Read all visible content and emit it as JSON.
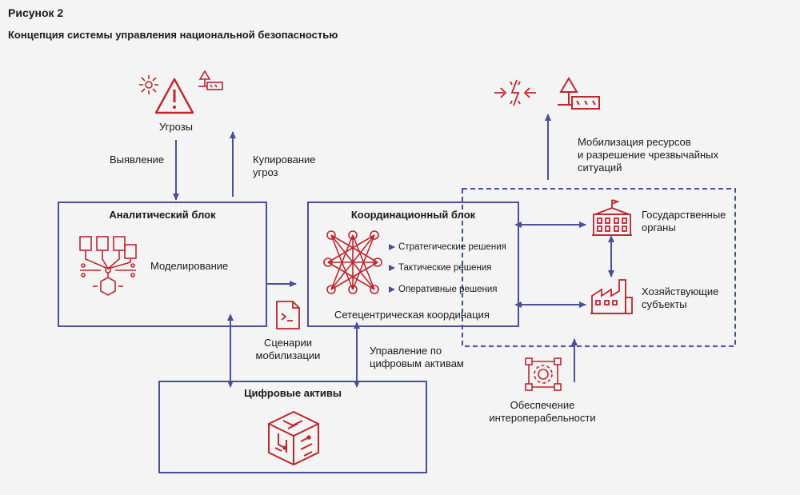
{
  "figure": {
    "label": "Рисунок 2",
    "title": "Концепция системы управления национальной безопасностью"
  },
  "threats": {
    "label": "Угрозы",
    "detection": "Выявление",
    "mitigation": [
      "Купирование",
      "угроз"
    ]
  },
  "mobilization_top": [
    "Мобилизация ресурсов",
    "и разрешение чрезвычайных",
    "ситуаций"
  ],
  "analytic_block": {
    "title": "Аналитический блок",
    "modeling": "Моделирование"
  },
  "coordination_block": {
    "title": "Координационный блок",
    "decisions": [
      "Стратегические решения",
      "Тактические решения",
      "Оперативные решения"
    ],
    "network": "Сетецентрическая координация"
  },
  "government": [
    "Государственные",
    "органы"
  ],
  "business": [
    "Хозяйствующие",
    "субъекты"
  ],
  "scenarios": [
    "Сценарии",
    "мобилизации"
  ],
  "digital_management": [
    "Управление по",
    "цифровым активам"
  ],
  "digital_assets": {
    "title": "Цифровые активы"
  },
  "interop": [
    "Обеспечение",
    "интероперабельности"
  ],
  "colors": {
    "arrow": "#4a4f9a",
    "icon": "#c0262d"
  }
}
